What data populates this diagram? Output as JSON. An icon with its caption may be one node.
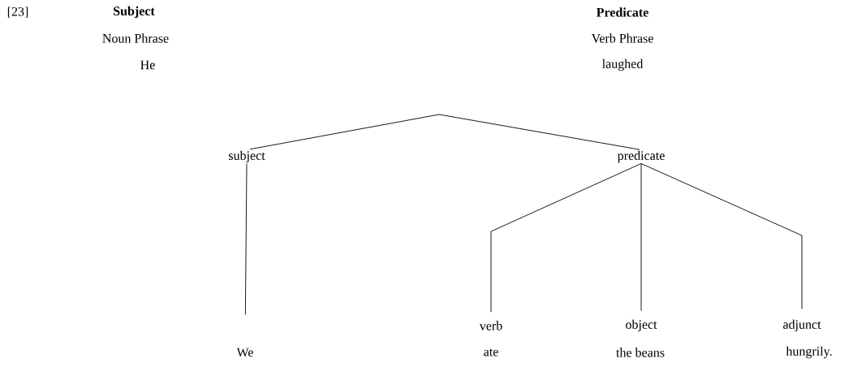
{
  "diagram": {
    "nodes": [
      {
        "text": [
          "subject"
        ]
      },
      {
        "text": [
          "predicate"
        ]
      },
      {
        "text": [
          "We"
        ]
      },
      {
        "text": [
          "verb"
        ]
      },
      {
        "text": [
          "object"
        ]
      },
      {
        "text": [
          "adjunct"
        ]
      }
    ],
    "edges": [
      {
        "from": null,
        "to": 0,
        "arrow": "none"
      },
      {
        "from": null,
        "to": 1,
        "arrow": "none"
      },
      {
        "from": 0,
        "to": 2,
        "arrow": "none"
      },
      {
        "from": 1,
        "to": 3,
        "arrow": "none"
      },
      {
        "from": 1,
        "to": 4,
        "arrow": "none"
      },
      {
        "from": 1,
        "to": 5,
        "arrow": "none"
      }
    ],
    "labels": [
      "[23]",
      "Subject",
      "Predicate",
      "Noun Phrase",
      "Verb Phrase",
      "He",
      "laughed",
      "ate",
      "the beans",
      "hungrily."
    ]
  }
}
